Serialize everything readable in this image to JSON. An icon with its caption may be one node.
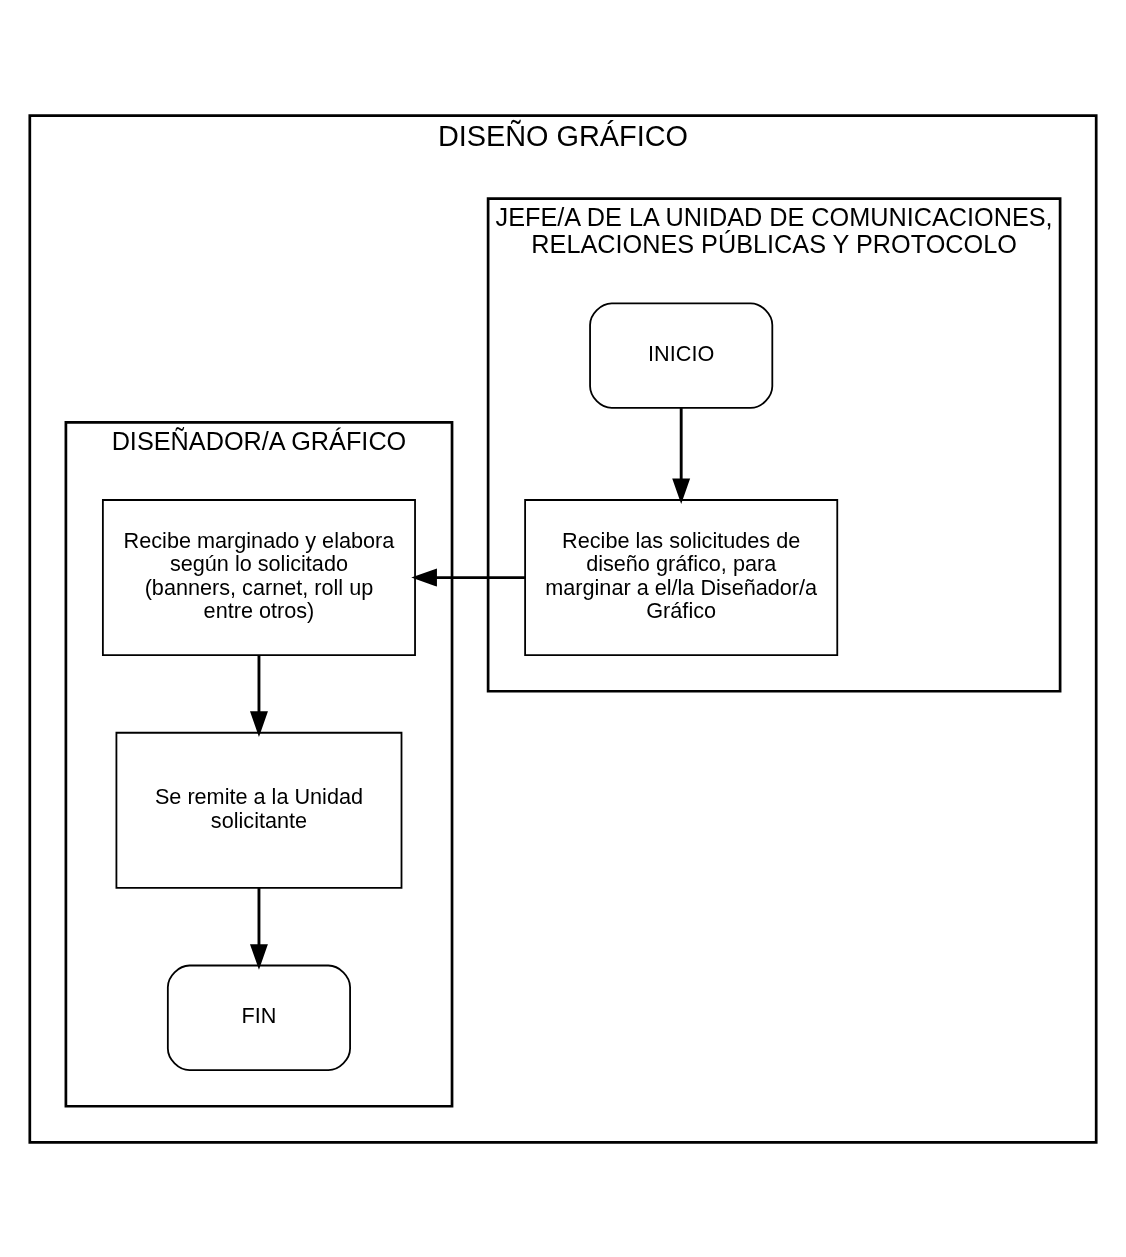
{
  "diagram": {
    "nodes": [
      {
        "text": [
          "DISEÑO GRÁFICO"
        ]
      },
      {
        "text": [
          "JEFE/A DE LA UNIDAD DE COMUNICACIONES, RELACIONES PÚBLICAS Y PROTOCOLO"
        ],
        "in": 0
      },
      {
        "text": [
          "DISEÑADOR/A GRÁFICO"
        ],
        "in": 0
      },
      {
        "text": [
          "INICIO"
        ],
        "in": 1
      },
      {
        "text": [
          "Recibe las solicitudes de diseño gráfico, para marginar a el/la Diseñador/a Gráfico"
        ],
        "in": 1
      },
      {
        "text": [
          "Recibe marginado y elabora según lo solicitado (banners, carnet, roll up entre otros)"
        ],
        "in": 2
      },
      {
        "text": [
          "Se remite a la Unidad solicitante"
        ],
        "in": 2
      },
      {
        "text": [
          "FIN"
        ],
        "in": 2
      }
    ],
    "edges": [
      {
        "from": 3,
        "to": 4,
        "arrow": "to"
      },
      {
        "from": 4,
        "to": 5,
        "arrow": "to"
      },
      {
        "from": 5,
        "to": 6,
        "arrow": "to"
      },
      {
        "from": 6,
        "to": 7,
        "arrow": "to"
      }
    ]
  }
}
